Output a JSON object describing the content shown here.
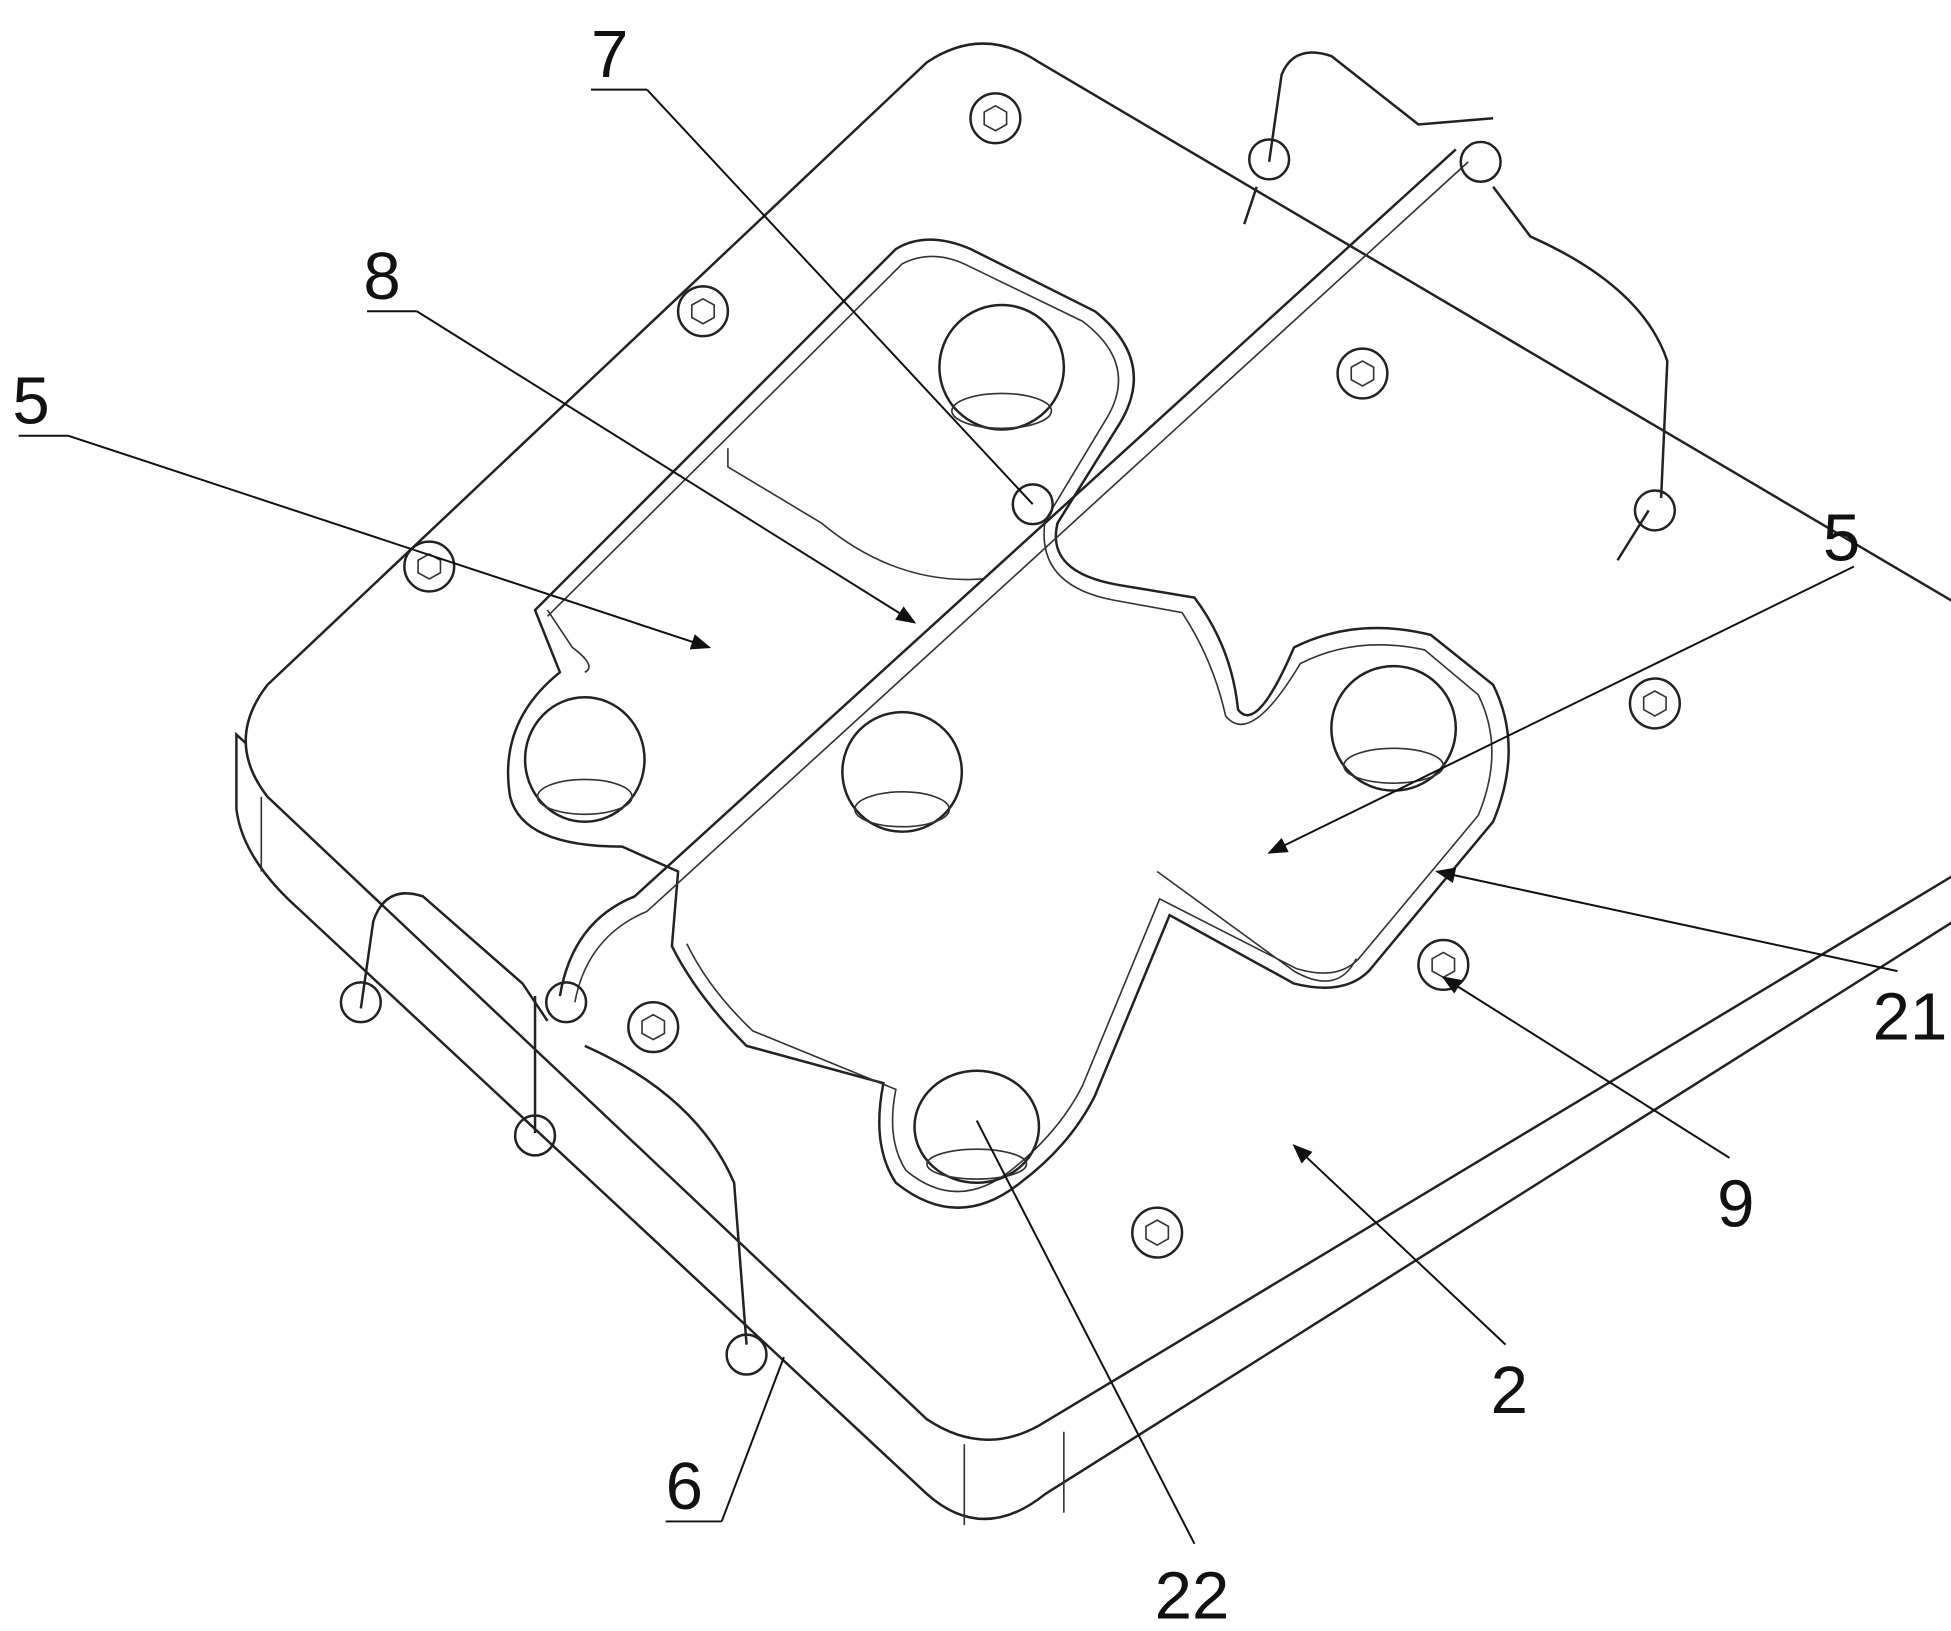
{
  "figure": {
    "type": "patent-style perspective drawing",
    "labels": [
      {
        "id": "label-5-left",
        "text": "5"
      },
      {
        "id": "label-8",
        "text": "8"
      },
      {
        "id": "label-7",
        "text": "7"
      },
      {
        "id": "label-5-right",
        "text": "5"
      },
      {
        "id": "label-21",
        "text": "21"
      },
      {
        "id": "label-9",
        "text": "9"
      },
      {
        "id": "label-2",
        "text": "2"
      },
      {
        "id": "label-22",
        "text": "22"
      },
      {
        "id": "label-6",
        "text": "6"
      }
    ]
  }
}
